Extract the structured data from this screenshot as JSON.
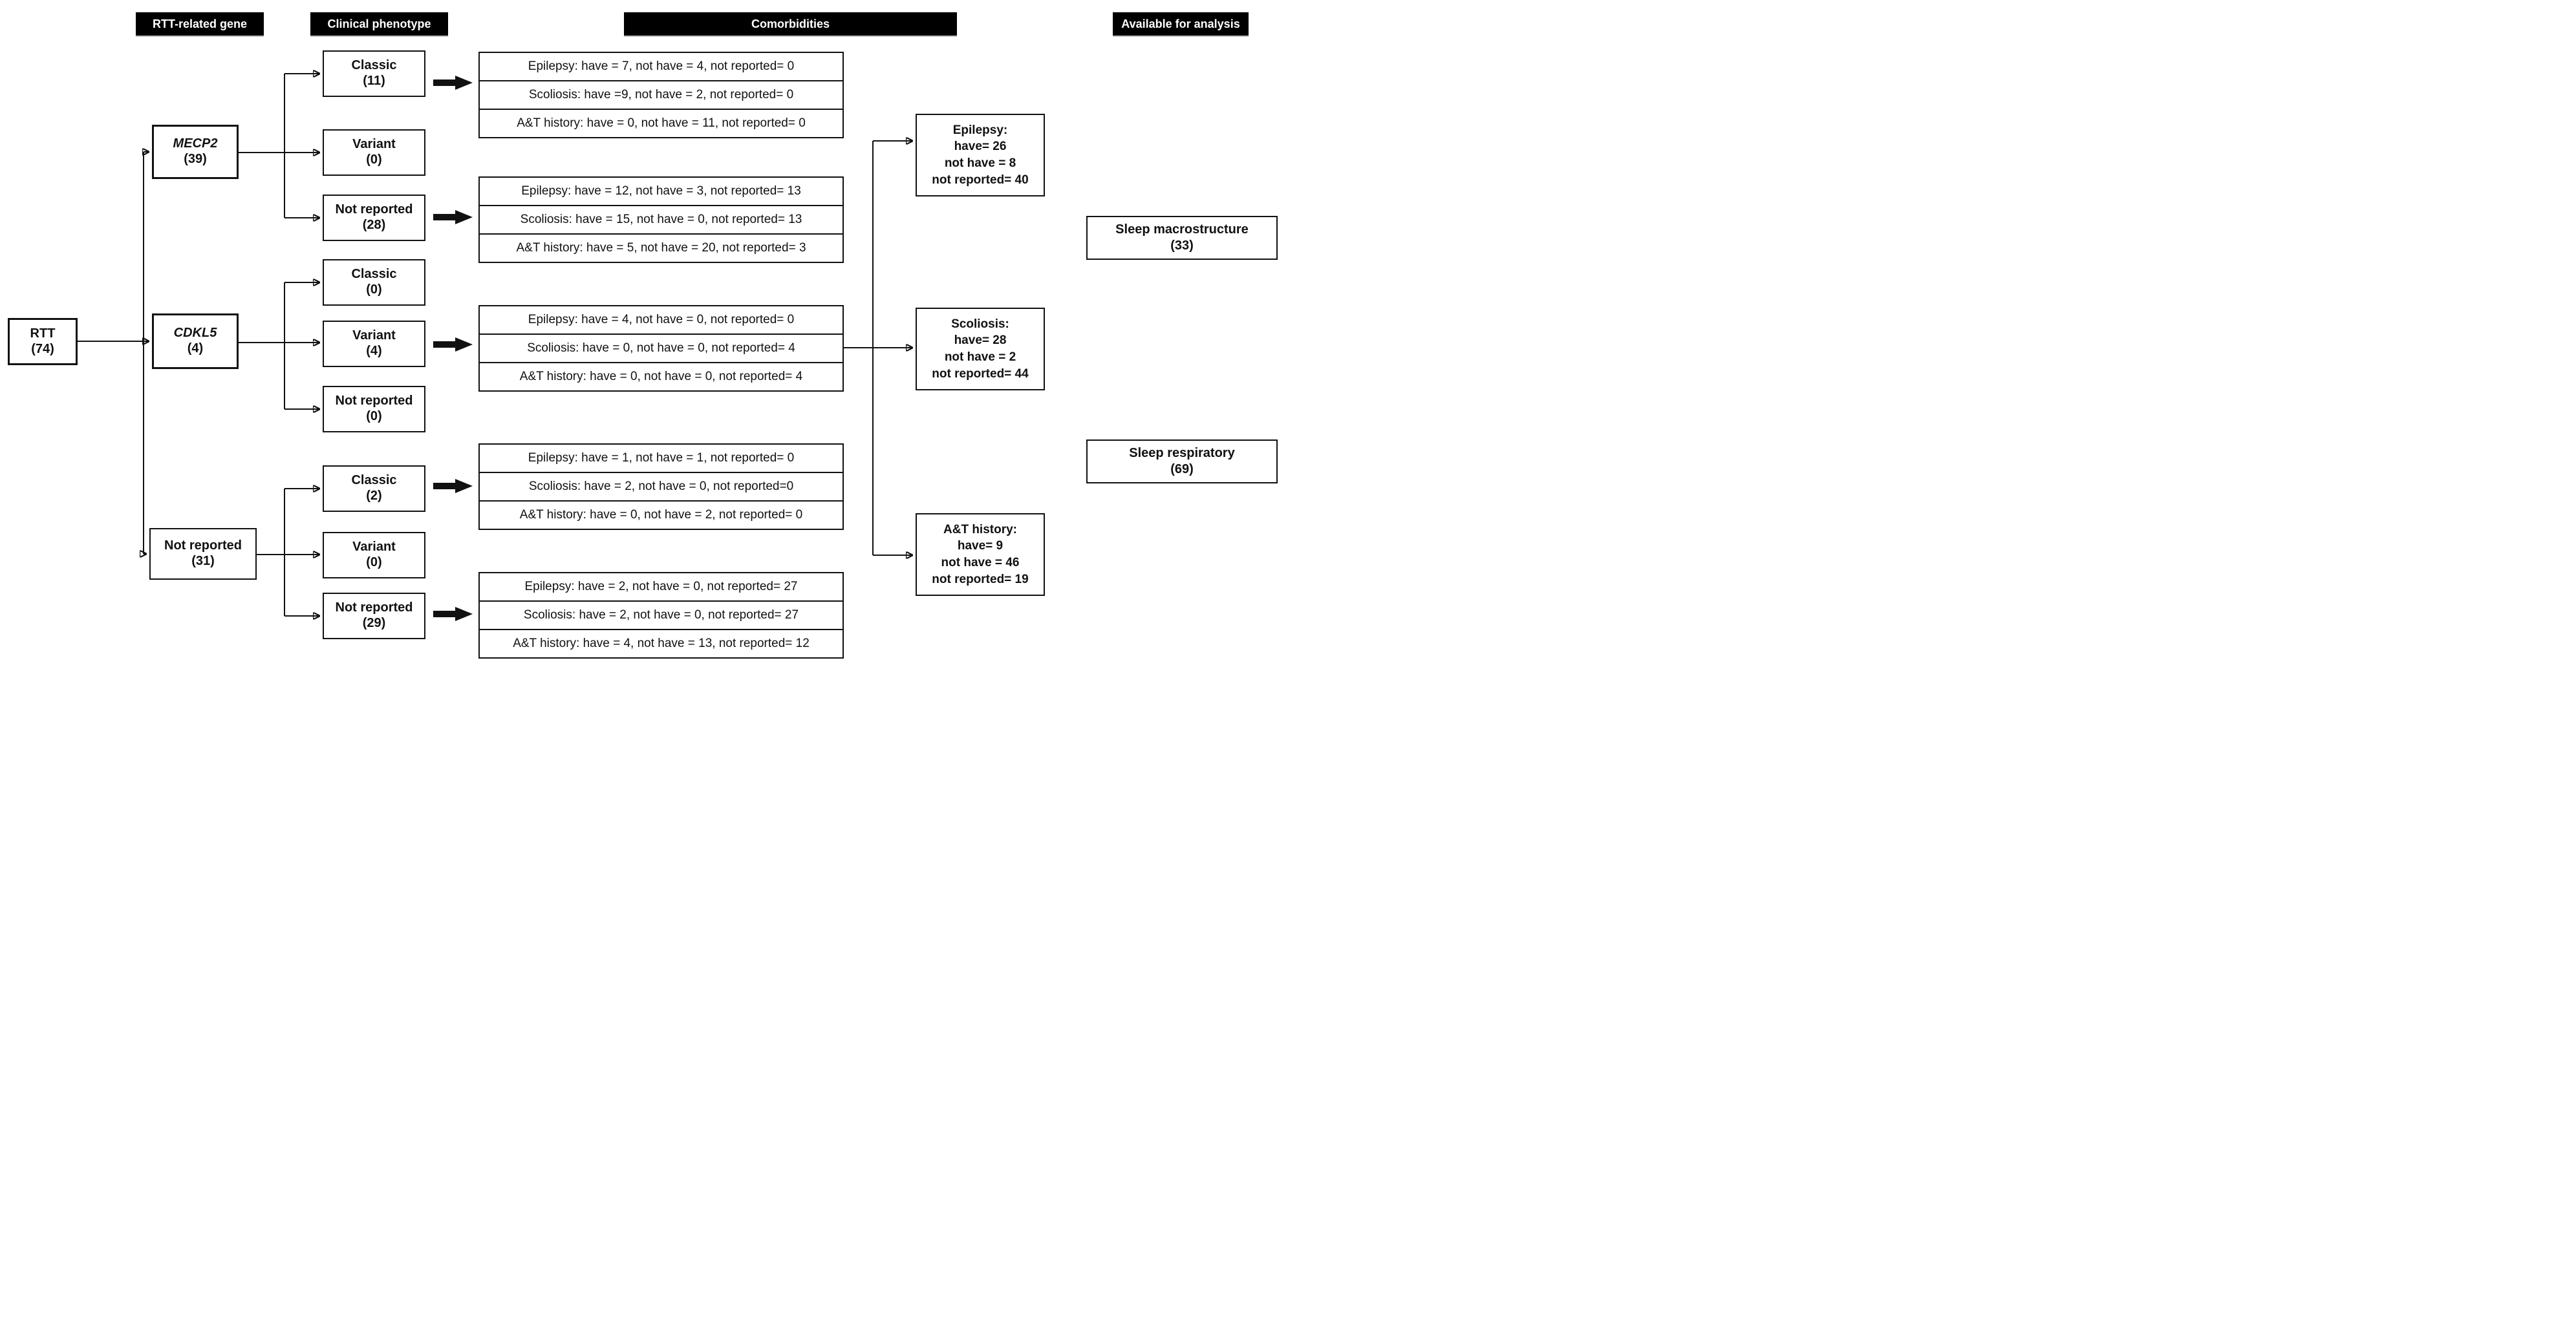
{
  "headers": {
    "gene": "RTT-related gene",
    "phenotype": "Clinical phenotype",
    "comorbidities": "Comorbidities",
    "available": "Available for analysis"
  },
  "root": {
    "label": "RTT",
    "count": "(74)"
  },
  "genes": {
    "mecp2": {
      "label": "MECP2",
      "count": "(39)"
    },
    "cdkl5": {
      "label": "CDKL5",
      "count": "(4)"
    },
    "not_reported": {
      "label": "Not reported",
      "count": "(31)"
    }
  },
  "phenotypes": {
    "mecp2_classic": {
      "label": "Classic",
      "count": "(11)"
    },
    "mecp2_variant": {
      "label": "Variant",
      "count": "(0)"
    },
    "mecp2_not_reported": {
      "label": "Not reported",
      "count": "(28)"
    },
    "cdkl5_classic": {
      "label": "Classic",
      "count": "(0)"
    },
    "cdkl5_variant": {
      "label": "Variant",
      "count": "(4)"
    },
    "cdkl5_not_reported": {
      "label": "Not reported",
      "count": "(0)"
    },
    "nr_classic": {
      "label": "Classic",
      "count": "(2)"
    },
    "nr_variant": {
      "label": "Variant",
      "count": "(0)"
    },
    "nr_not_reported": {
      "label": "Not reported",
      "count": "(29)"
    }
  },
  "comorbidity_blocks": {
    "block1": {
      "rows": [
        "Epilepsy: have = 7, not have = 4, not reported= 0",
        "Scoliosis: have =9, not have = 2, not reported= 0",
        "A&T history: have = 0, not have = 11, not reported= 0"
      ]
    },
    "block2": {
      "rows": [
        "Epilepsy: have = 12, not have = 3, not reported= 13",
        "Scoliosis: have = 15, not have = 0, not reported= 13",
        "A&T history: have = 5, not have = 20, not reported= 3"
      ]
    },
    "block3": {
      "rows": [
        "Epilepsy: have = 4, not have = 0, not reported= 0",
        "Scoliosis: have = 0, not have = 0, not reported= 4",
        "A&T history: have = 0, not have = 0, not reported= 4"
      ]
    },
    "block4": {
      "rows": [
        "Epilepsy: have = 1, not have = 1, not reported= 0",
        "Scoliosis: have = 2, not have = 0, not reported=0",
        "A&T history: have = 0, not have = 2, not reported= 0"
      ]
    },
    "block5": {
      "rows": [
        "Epilepsy: have = 2, not have = 0, not reported= 27",
        "Scoliosis: have = 2, not have = 0, not reported= 27",
        "A&T history: have = 4, not have = 13, not reported= 12"
      ]
    }
  },
  "summaries": {
    "epilepsy": {
      "title": "Epilepsy:",
      "lines": [
        "have= 26",
        "not have = 8",
        "not reported= 40"
      ]
    },
    "scoliosis": {
      "title": "Scoliosis:",
      "lines": [
        "have= 28",
        "not have = 2",
        "not reported= 44"
      ]
    },
    "at_history": {
      "title": "A&T history:",
      "lines": [
        "have= 9",
        "not have = 46",
        "not reported= 19"
      ]
    }
  },
  "available": {
    "sleep_macro": {
      "label": "Sleep macrostructure",
      "count": "(33)"
    },
    "sleep_resp": {
      "label": "Sleep respiratory",
      "count": "(69)"
    }
  },
  "colors": {
    "header_bg": "#000000",
    "header_fg": "#ffffff",
    "line": "#111111",
    "background": "#ffffff"
  }
}
